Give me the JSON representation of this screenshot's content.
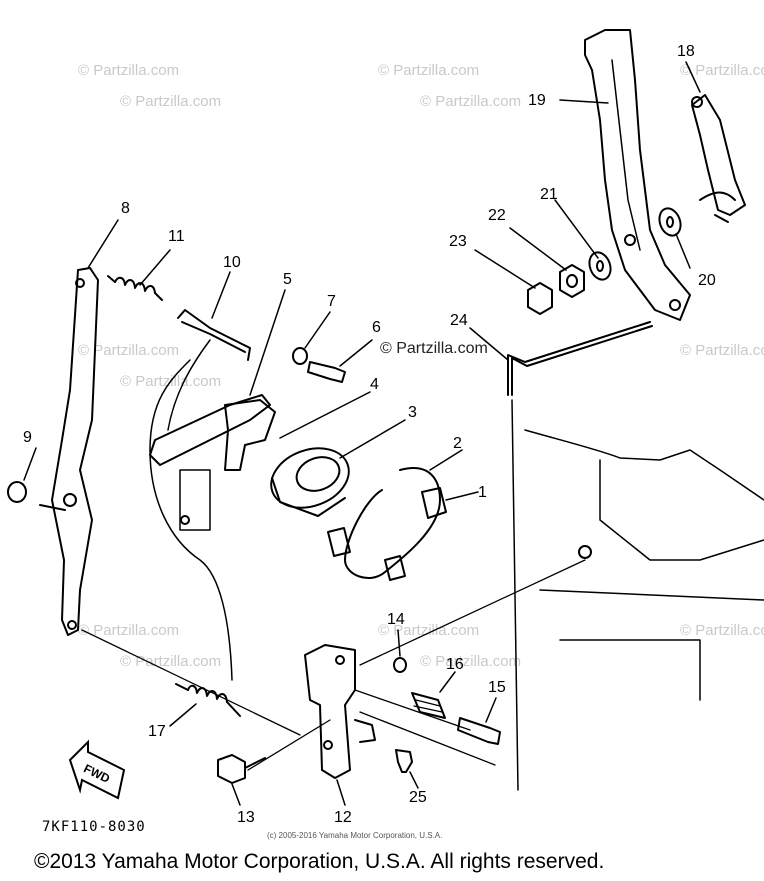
{
  "watermarks": {
    "small": "© Partzilla.com",
    "center": "© Partzilla.com"
  },
  "callouts": [
    "1",
    "2",
    "3",
    "4",
    "5",
    "6",
    "7",
    "8",
    "9",
    "10",
    "11",
    "12",
    "13",
    "14",
    "15",
    "16",
    "17",
    "18",
    "19",
    "20",
    "21",
    "22",
    "23",
    "24",
    "25"
  ],
  "arrow_label": "FWD",
  "part_code": "7KF110-8030",
  "tiny_copyright": "(c) 2005-2016 Yamaha Motor Corporation, U.S.A.",
  "footer_copyright": "©2013 Yamaha Motor Corporation, U.S.A. All rights reserved."
}
